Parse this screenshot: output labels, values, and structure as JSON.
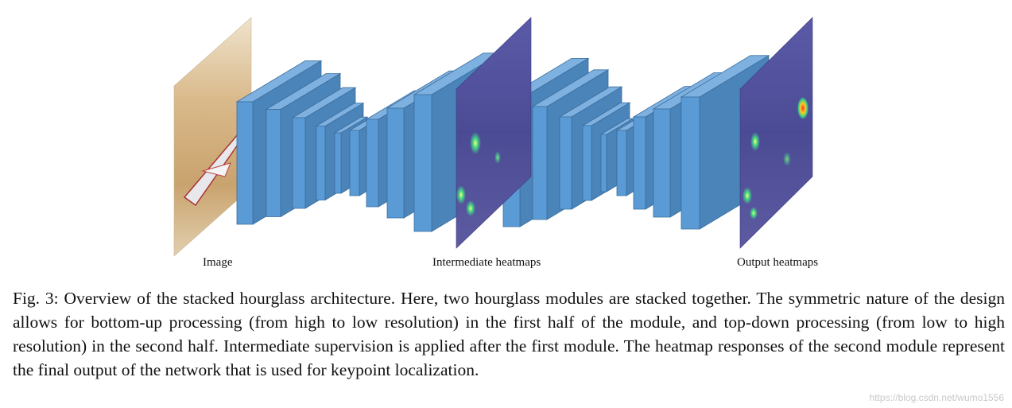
{
  "labels": {
    "input": "Image",
    "intermediate": "Intermediate heatmaps",
    "output": "Output heatmaps"
  },
  "caption": "Fig. 3: Overview of the stacked hourglass architecture. Here, two hourglass modules are stacked together. The symmetric nature of the design allows for bottom-up processing (from high to low resolution) in the first half of the module, and top-down processing (from low to high resolution) in the second half. Intermediate supervision is applied after the first module. The heatmap responses of the second module represent the final output of the network that is used for keypoint localization.",
  "watermark": "https://blog.csdn.net/wumo1556",
  "colors": {
    "block_front": "#5b9bd5",
    "block_side": "#4a84b9",
    "block_top": "#7fb1e0",
    "block_edge": "#3a6d9e",
    "heatmap_bg": "#4a4a9a"
  },
  "diagram": {
    "modules": 2,
    "stages_per_half": 6
  }
}
